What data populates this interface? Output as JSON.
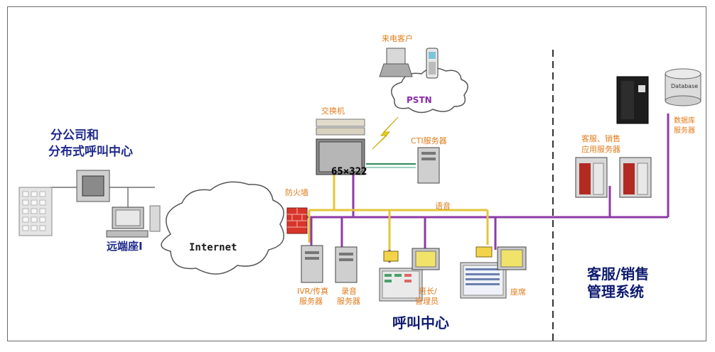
{
  "labels": {
    "branch_line1": "分公司和",
    "branch_line2": "分布式呼叫中心",
    "remote_agent": "远端座I",
    "internet": "Internet",
    "caller": "来电客户",
    "pstn": "PSTN",
    "switch": "交换机",
    "switch_caption": "65×322",
    "cti": "CTI服务器",
    "firewall": "防火墙",
    "voice": "语音",
    "ivr_line1": "IVR/传真",
    "ivr_line2": "服务器",
    "rec_line1": "录音",
    "rec_line2": "服务器",
    "supervisor_line1": "班长/",
    "supervisor_line2": "管理员",
    "agent": "座席",
    "callcenter": "呼叫中心",
    "db_icon": "Database",
    "db_line1": "数据库",
    "db_line2": "服务器",
    "app_line1": "客服、销售",
    "app_line2": "应用服务器",
    "crm_line1": "客服/销售",
    "crm_line2": "管理系统"
  },
  "colors": {
    "orange_text": "#e07a1a",
    "network_line": "#8e3aa6",
    "voice_line": "#e3c63a",
    "cti_link": "#2e8b57",
    "navy_text": "#1f2a8c"
  }
}
